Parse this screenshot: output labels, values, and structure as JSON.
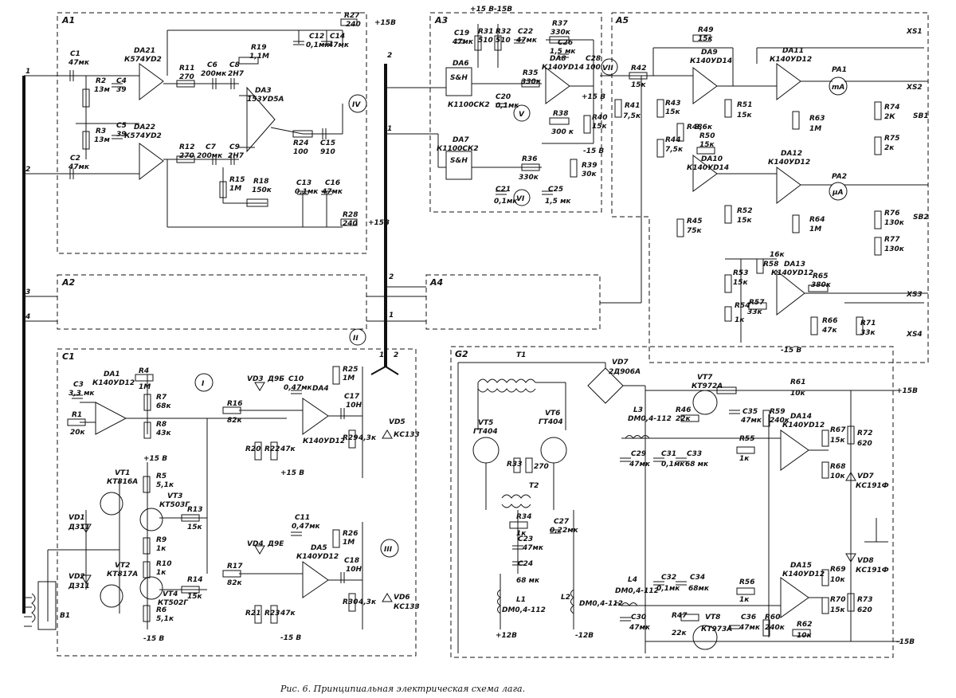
{
  "caption": "Рис. 6. Принципиальная электрическая схема лага.",
  "blocks": {
    "A1": "A1",
    "A2": "A2",
    "A3": "A3",
    "A4": "A4",
    "A5": "A5",
    "C1": "C1",
    "G2": "G2"
  },
  "power": {
    "p15": "+15В",
    "m15": "-15В",
    "p12": "+12В",
    "m12": "-12В",
    "p15a": "+15 В",
    "m15a": "-15 В",
    "p15b": "+15В",
    "m15b": "-15В"
  },
  "connectors": {
    "xs1": "XS1",
    "xs2": "XS2",
    "xs3": "XS3",
    "xs4": "XS4",
    "b1": "B1"
  },
  "test_points": {
    "I": "I",
    "II": "II",
    "III": "III",
    "IV": "IV",
    "V": "V",
    "VI": "VI",
    "VII": "VII"
  },
  "bus_numbers": {
    "n1": "1",
    "n2": "2",
    "n3": "3",
    "n4": "4"
  },
  "a1": {
    "c1": "C1",
    "c1v": "47мк",
    "c2": "C2",
    "c2v": "47мк",
    "r2": "R2",
    "r2v": "13м",
    "r3": "R3",
    "r3v": "13м",
    "c4": "C4",
    "c4v": "39",
    "c5": "C5",
    "c5v": "39",
    "da21": "DA21",
    "da21t": "К574УD2",
    "da22": "DA22",
    "da22t": "К574УD2",
    "r11": "R11",
    "r11v": "270",
    "r12": "R12",
    "r12v": "270",
    "c6": "C6",
    "c6v": "200мк",
    "c7": "C7",
    "c7v": "200мк",
    "c8": "C8",
    "c8v": "2Н7",
    "c9": "C9",
    "c9v": "2Н7",
    "r19": "R19",
    "r19v": "1,1М",
    "da3": "DA3",
    "da3t": "153УD5А",
    "r24": "R24",
    "r24v": "100",
    "c15": "C15",
    "c15v": "910",
    "r15": "R15",
    "r15v": "1М",
    "r18": "R18",
    "r18v": "150к",
    "c12": "C12",
    "c12v": "0,1мк",
    "c14": "C14",
    "c14v": "47мк",
    "r27": "R27",
    "r27v": "240",
    "c13": "C13",
    "c13v": "0,1мк",
    "c16": "C16",
    "c16v": "47мк",
    "r28": "R28",
    "r28v": "240"
  },
  "a3": {
    "c19": "C19",
    "c19v": "47мк",
    "r31": "R31",
    "r31v": "510",
    "r32": "R32",
    "r32v": "510",
    "c22": "C22",
    "c22v": "47мк",
    "r37": "R37",
    "r37v": "330к",
    "c26": "C26",
    "c26v": "1,5 мк",
    "c28": "C28",
    "c28v": "100",
    "da6": "DA6",
    "da6t": "К1100СК2",
    "sh": "S&H",
    "da7": "DA7",
    "da7t": "К1100СК2",
    "sh2": "S&H",
    "c20": "C20",
    "c20v": "0,1мк",
    "r35": "R35",
    "r35v": "330к",
    "da8": "DA8",
    "da8t": "К140УD14",
    "r38": "R38",
    "r38v": "300 к",
    "r40": "R40",
    "r40v": "15к",
    "r39": "R39",
    "r39v": "30к",
    "r36": "R36",
    "r36v": "330к",
    "c21": "C21",
    "c21v": "0,1мк",
    "c25": "C25",
    "c25v": "1,5 мк"
  },
  "a5": {
    "r49": "R49",
    "r49v": "15к",
    "r42": "R42",
    "r42v": "15к",
    "da9": "DA9",
    "da9t": "К140УD14",
    "da11": "DA11",
    "da11t": "К140УD12",
    "pa1": "PA1",
    "pa1u": "mA",
    "r41": "R41",
    "r41v": "7,5к",
    "r43": "R43",
    "r43v": "15к",
    "r48": "R48",
    "r48v": "3,6к",
    "r51": "R51",
    "r51v": "15к",
    "r63": "R63",
    "r63v": "1М",
    "r74": "R74",
    "r74v": "2К",
    "r75": "R75",
    "r75v": "2к",
    "sb1": "SB1",
    "r44": "R44",
    "r44v": "7,5к",
    "r50": "R50",
    "r50v": "15к",
    "da10": "DA10",
    "da10t": "К140УD14",
    "da12": "DA12",
    "da12t": "К140УD12",
    "pa2": "PA2",
    "pa2u": "µA",
    "r45": "R45",
    "r45v": "75к",
    "r52": "R52",
    "r52v": "15к",
    "r64": "R64",
    "r64v": "1М",
    "r76": "R76",
    "r76v": "130к",
    "r77": "R77",
    "r77v": "130к",
    "sb2": "SB2",
    "r58": "R58",
    "r58v": "16к",
    "da13": "DA13",
    "da13t": "К140УD12",
    "r53": "R53",
    "r53v": "15к",
    "r65": "R65",
    "r65v": "380к",
    "r54": "R54",
    "r54v": "1к",
    "r57": "R57",
    "r57v": "33к",
    "r66": "R66",
    "r66v": "47к",
    "r71": "R71",
    "r71v": "33к"
  },
  "c1": {
    "c3": "C3",
    "c3v": "3,3 мк",
    "da1": "DA1",
    "da1t": "К140УD12",
    "r4": "R4",
    "r4v": "1М",
    "r7": "R7",
    "r7v": "68к",
    "r1": "R1",
    "r1v": "20к",
    "r8": "R8",
    "r8v": "43к",
    "vd3": "VD3",
    "vd3t": "Д9Б",
    "c10": "C10",
    "c10v": "0,47мк",
    "r16": "R16",
    "r16v": "82к",
    "da4": "DA4",
    "da4t": "К140УD12",
    "r25": "R25",
    "r25v": "1М",
    "c17": "C17",
    "c17v": "10Н",
    "r29": "R29",
    "r29v": "4,3к",
    "vd5": "VD5",
    "vd5t": "КС133",
    "r20": "R20",
    "r22": "R22",
    "r22v": "47к",
    "vt1": "VT1",
    "vt1t": "КТ816А",
    "r5": "R5",
    "r5v": "5,1к",
    "vt3": "VT3",
    "vt3t": "КТ503Г",
    "r13": "R13",
    "r13v": "15к",
    "vd1": "VD1",
    "vd1t": "Д311",
    "r9": "R9",
    "r9v": "1к",
    "vt2": "VT2",
    "vt2t": "КТ817А",
    "r10": "R10",
    "r10v": "1к",
    "vd2": "VD2",
    "vd2t": "Д311",
    "vt4": "VT4",
    "vt4t": "КТ502Г",
    "r6": "R6",
    "r6v": "5,1к",
    "r14": "R14",
    "r14v": "15к",
    "c11": "C11",
    "c11v": "0,47мк",
    "vd4": "VD4",
    "vd4t": "Д9Е",
    "r17": "R17",
    "r17v": "82к",
    "da5": "DA5",
    "da5t": "К140УD12",
    "r26": "R26",
    "r26v": "1М",
    "c18": "C18",
    "c18v": "10Н",
    "r30": "R30",
    "r30v": "4,3к",
    "vd6": "VD6",
    "vd6t": "КС133",
    "r21": "R21",
    "r23": "R23",
    "r23v": "47к"
  },
  "g2": {
    "t1": "T1",
    "vd7a": "VD7",
    "vd7at": "2Д906А",
    "vt5": "VT5",
    "vt5t": "ГТ404",
    "vt6": "VT6",
    "vt6t": "ГТ404",
    "r33": "R33",
    "r33v": "270",
    "t2": "T2",
    "r34": "R34",
    "r34v": "1к",
    "c27": "C27",
    "c27v": "0,22мк",
    "c23": "C23",
    "c23v": "47мк",
    "c24": "C24",
    "c24v": "68 мк",
    "l1": "L1",
    "l1t": "DM0,4-112",
    "l2": "L2",
    "l2t": "DM0,4-112",
    "vt7": "VT7",
    "vt7t": "КТ972А",
    "r61": "R61",
    "r61v": "10к",
    "r46": "R46",
    "r46v": "22к",
    "c35": "C35",
    "c35v": "47мк",
    "r59": "R59",
    "r59v": "240к",
    "da14": "DA14",
    "da14t": "К140УD12",
    "l3": "L3",
    "l3t": "DM0,4-112",
    "r67": "R67",
    "r67v": "15к",
    "r72": "R72",
    "r72v": "620",
    "c29": "C29",
    "c29v": "47мк",
    "c31": "C31",
    "c31v": "0,1мк",
    "c33": "C33",
    "c33v": "68 мк",
    "r55": "R55",
    "r55v": "1к",
    "r68": "R68",
    "r68v": "10к",
    "vd7": "VD7",
    "vd7t": "КС191Ф",
    "vd8": "VD8",
    "vd8t": "КС191Ф",
    "l4": "L4",
    "l4t": "DM0,4-112",
    "c32": "C32",
    "c32v": "0,1мк",
    "c34": "C34",
    "c34v": "68мк",
    "r56": "R56",
    "r56v": "1к",
    "da15": "DA15",
    "da15t": "К140УD12",
    "r69": "R69",
    "r69v": "10к",
    "c30": "C30",
    "c30v": "47мк",
    "r47": "R47",
    "r47v": "22к",
    "vt8": "VT8",
    "vt8t": "КТ973А",
    "c36": "C36",
    "c36v": "47мк",
    "r60": "R60",
    "r60v": "240к",
    "r62": "R62",
    "r62v": "10к",
    "r70": "R70",
    "r70v": "15к",
    "r73": "R73",
    "r73v": "620"
  }
}
